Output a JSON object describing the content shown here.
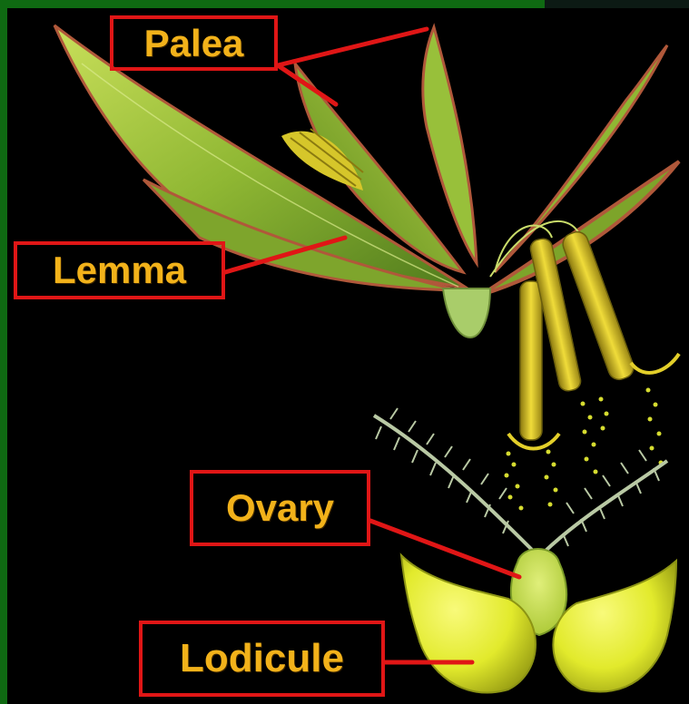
{
  "labels": {
    "palea": "Palea",
    "lemma": "Lemma",
    "ovary": "Ovary",
    "lodicule": "Lodicule"
  },
  "colors": {
    "background": "#000000",
    "frame": "#0f6a12",
    "label_text": "#f2b21a",
    "label_border": "#e01616",
    "leaf_green": "#9cc43a",
    "leaf_edge": "#b0583a",
    "anther_yellow": "#e3cf2a",
    "lodicule_yellow": "#e8ef3a"
  }
}
